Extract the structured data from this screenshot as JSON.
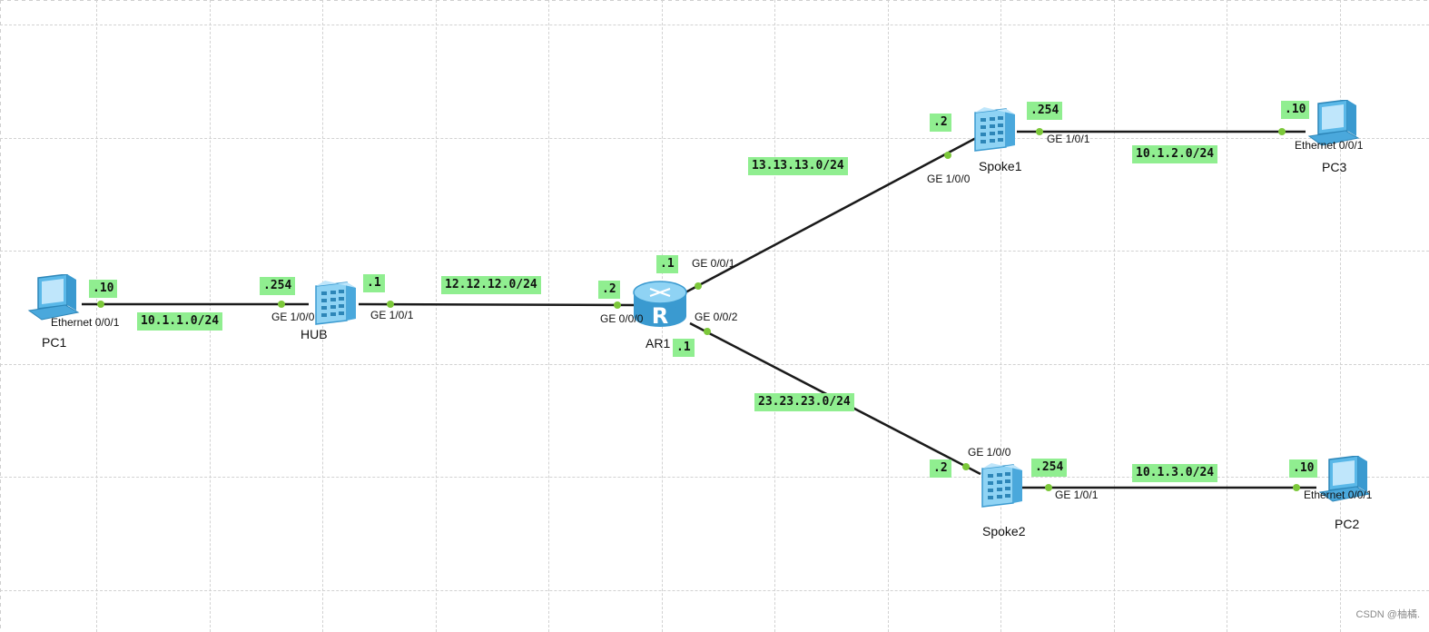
{
  "devices": {
    "pc1": "PC1",
    "hub": "HUB",
    "ar1": "AR1",
    "spoke1": "Spoke1",
    "spoke2": "Spoke2",
    "pc2": "PC2",
    "pc3": "PC3"
  },
  "ports": {
    "pc1_eth": "Ethernet 0/0/1",
    "hub_ge100": "GE 1/0/0",
    "hub_ge101": "GE 1/0/1",
    "ar1_ge000": "GE 0/0/0",
    "ar1_ge001": "GE 0/0/1",
    "ar1_ge002": "GE 0/0/2",
    "spoke1_ge100": "GE 1/0/0",
    "spoke1_ge101": "GE 1/0/1",
    "spoke2_ge100": "GE 1/0/0",
    "spoke2_ge101": "GE 1/0/1",
    "pc3_eth": "Ethernet 0/0/1",
    "pc2_eth": "Ethernet 0/0/1"
  },
  "subnets": {
    "pc1_hub": "10.1.1.0/24",
    "hub_ar1": "12.12.12.0/24",
    "ar1_spoke1": "13.13.13.0/24",
    "ar1_spoke2": "23.23.23.0/24",
    "spoke1_pc3": "10.1.2.0/24",
    "spoke2_pc2": "10.1.3.0/24"
  },
  "addresses": {
    "pc1": ".10",
    "hub_lan": ".254",
    "hub_wan": ".1",
    "ar1_to_hub": ".2",
    "ar1_to_spoke1": ".1",
    "ar1_to_spoke2": ".1",
    "spoke1_wan": ".2",
    "spoke1_lan": ".254",
    "pc3": ".10",
    "spoke2_wan": ".2",
    "spoke2_lan": ".254",
    "pc2": ".10"
  },
  "watermark": "CSDN @柚橘.",
  "colors": {
    "label_bg": "#90ee90",
    "link": "#1a1a1a",
    "port_dot": "#7cc83a",
    "device": "#5ab8e8"
  }
}
